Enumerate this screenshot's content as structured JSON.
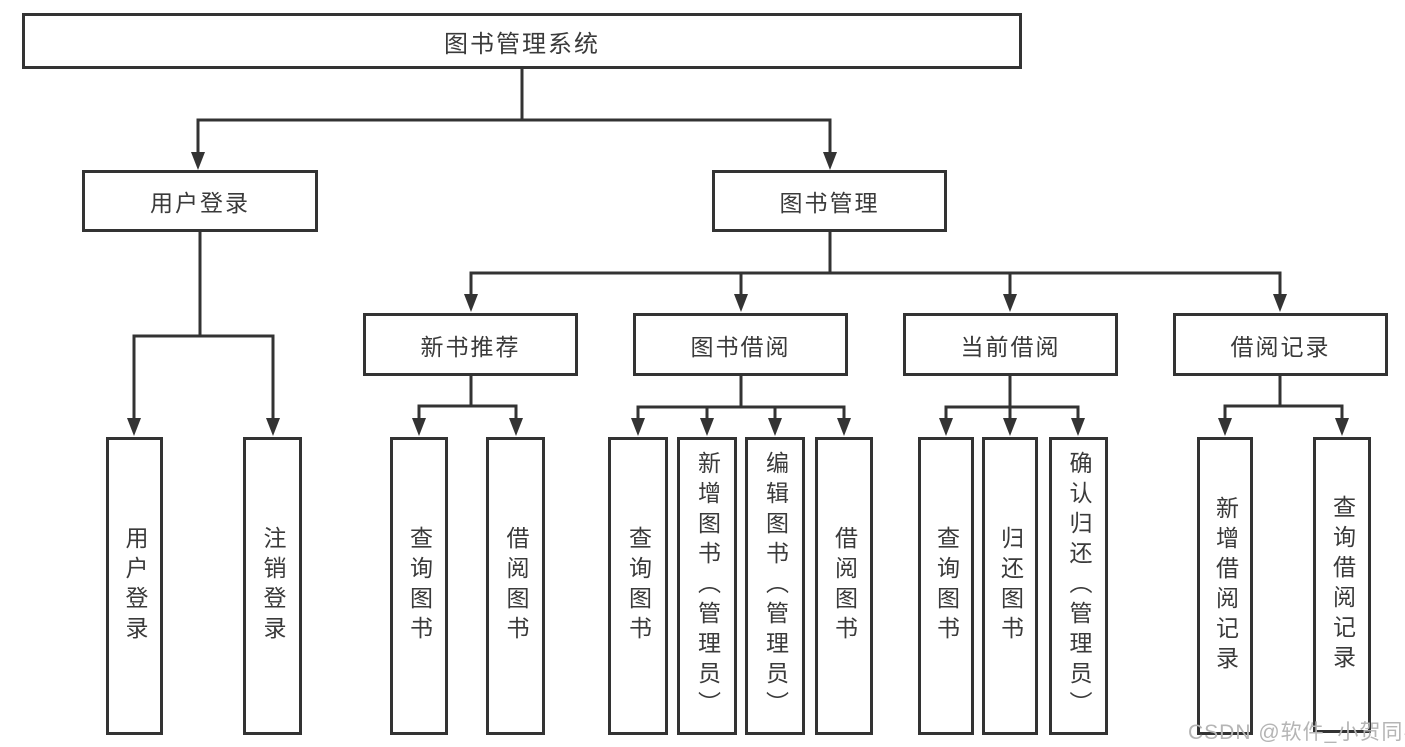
{
  "colors": {
    "line": "#333333",
    "text": "#3a3a3a",
    "watermark": "#b5b5b5",
    "background": "#ffffff"
  },
  "watermark": "CSDN @软件_小贺同学",
  "tree": {
    "root": "图书管理系统",
    "branches": [
      {
        "label": "用户登录",
        "children": [
          "用户登录",
          "注销登录"
        ]
      },
      {
        "label": "图书管理",
        "groups": [
          {
            "label": "新书推荐",
            "children": [
              "查询图书",
              "借阅图书"
            ]
          },
          {
            "label": "图书借阅",
            "children": [
              "查询图书",
              "新增图书（管理员）",
              "编辑图书（管理员）",
              "借阅图书"
            ]
          },
          {
            "label": "当前借阅",
            "children": [
              "查询图书",
              "归还图书",
              "确认归还（管理员）"
            ]
          },
          {
            "label": "借阅记录",
            "children": [
              "新增借阅记录",
              "查询借阅记录"
            ]
          }
        ]
      }
    ]
  }
}
